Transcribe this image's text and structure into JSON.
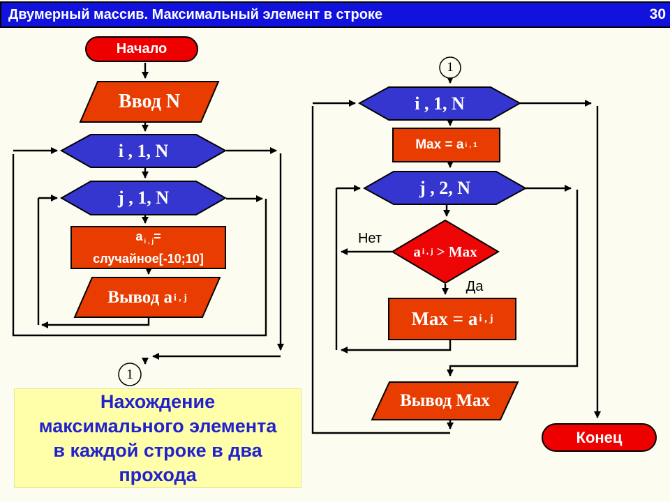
{
  "header": {
    "title": "Двумерный массив. Максимальный элемент в строке",
    "page_number": "30"
  },
  "colors": {
    "title_bar_bg": "#1212DE",
    "hexagon_blue": "#3535CF",
    "terminator_red": "#EE0000",
    "process_red": "#E93C00",
    "diamond_red": "#EE0505",
    "note_bg": "#FFFFAA",
    "note_text": "#2222CC"
  },
  "left_chart": {
    "start": "Начало",
    "input": "Ввод N",
    "loop_i": "i , 1, N",
    "loop_j": "j , 1, N",
    "assign": {
      "pre": "a",
      "sub": "i , j",
      "post": "=",
      "line2": "случайное[-10;10]"
    },
    "output": {
      "pre": "Вывод a",
      "sub": "i , j"
    },
    "connector": "1"
  },
  "right_chart": {
    "connector": "1",
    "loop_i": "i , 1, N",
    "init": {
      "pre": "Max = a",
      "sub": "i , 1"
    },
    "loop_j": "j , 2, N",
    "condition": {
      "pre": "a",
      "sub": "i , j",
      "post": "> Max"
    },
    "branch_no": "Нет",
    "branch_yes": "Да",
    "assign": {
      "pre": "Max = a",
      "sub": "i , j"
    },
    "output": "Вывод Max",
    "end": "Конец"
  },
  "note": {
    "lines": [
      "Нахождение",
      "максимального элемента",
      "в каждой строке в два",
      "прохода"
    ]
  }
}
